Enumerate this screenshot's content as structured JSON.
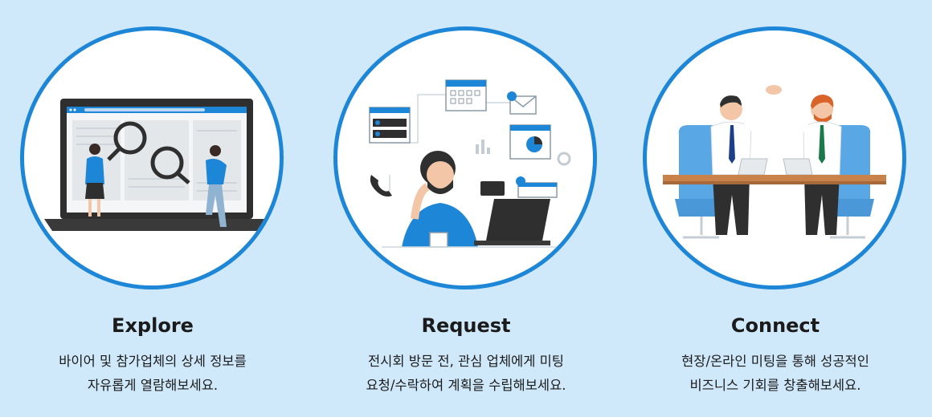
{
  "cards": [
    {
      "title": "Explore",
      "lines": [
        "바이어 및 참가업체의 상세 정보를",
        "자유롭게 열람해보세요."
      ],
      "icon": "laptop-magnifier-illustration"
    },
    {
      "title": "Request",
      "lines": [
        "전시회 방문 전, 관심 업체에게 미팅",
        "요청/수락하여 계획을 수립해보세요."
      ],
      "icon": "call-schedule-illustration"
    },
    {
      "title": "Connect",
      "lines": [
        "현장/온라인 미팅을 통해 성공적인",
        "비즈니스 기회를 창출해보세요."
      ],
      "icon": "high-five-meeting-illustration"
    }
  ],
  "colors": {
    "background": "#cfe9fb",
    "circle_border": "#1e86d6",
    "accent_blue": "#1e86d6",
    "dark": "#2f2f2f"
  }
}
